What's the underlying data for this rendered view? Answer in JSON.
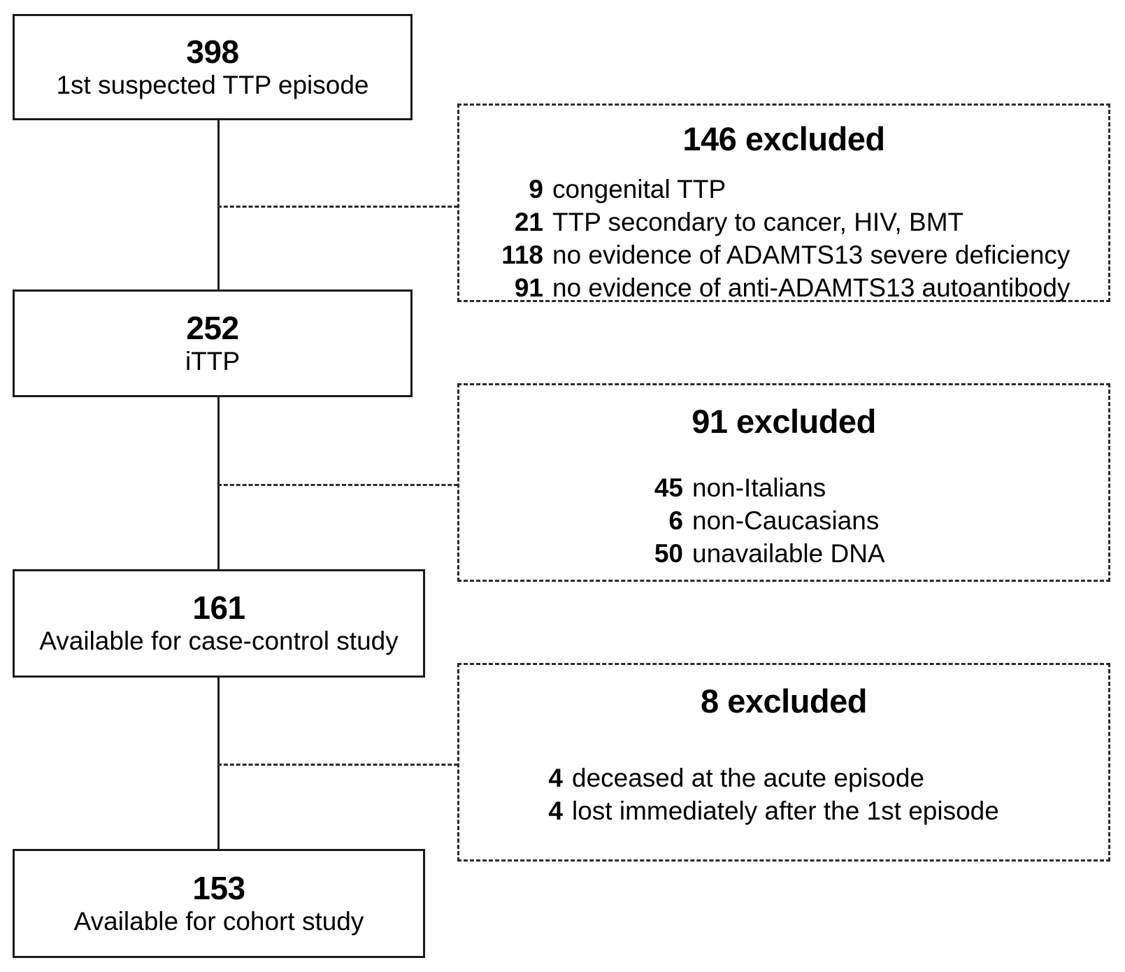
{
  "diagram": {
    "title": "Patient selection flow diagram",
    "type": "flowchart",
    "colors": {
      "solid_border": "#1b1b1b",
      "dashed_border": "#2b2b2b",
      "background": "#ffffff",
      "text": "#000000"
    }
  },
  "flow_nodes": [
    {
      "count": "398",
      "label": "1st suspected TTP episode"
    },
    {
      "count": "252",
      "label": "iTTP"
    },
    {
      "count": "161",
      "label": "Available for case-control study"
    },
    {
      "count": "153",
      "label": "Available for cohort study"
    }
  ],
  "exclusions": [
    {
      "title": "146 excluded",
      "items": [
        {
          "count": "9",
          "reason": "congenital TTP"
        },
        {
          "count": "21",
          "reason": "TTP secondary to cancer, HIV, BMT"
        },
        {
          "count": "118",
          "reason": "no evidence of ADAMTS13 severe deficiency"
        },
        {
          "count": "91",
          "reason": "no evidence of anti-ADAMTS13 autoantibody"
        }
      ]
    },
    {
      "title": "91 excluded",
      "items": [
        {
          "count": "45",
          "reason": "non-Italians"
        },
        {
          "count": "6",
          "reason": "non-Caucasians"
        },
        {
          "count": "50",
          "reason": "unavailable DNA"
        }
      ]
    },
    {
      "title": "8 excluded",
      "items": [
        {
          "count": "4",
          "reason": "deceased at the acute episode"
        },
        {
          "count": "4",
          "reason": "lost immediately after the 1st episode"
        }
      ]
    }
  ]
}
